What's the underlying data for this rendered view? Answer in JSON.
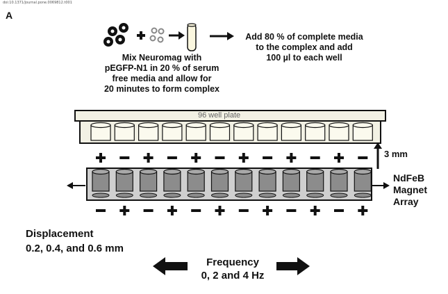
{
  "doi": "doi:10.1371/journal.pone.0069812.t001",
  "panel_label": "A",
  "step1_lines": [
    "Mix  Neuromag with",
    "pEGFP-N1 in 20 % of serum",
    "free  media and allow for",
    "20 minutes to form complex"
  ],
  "step2_lines": [
    "Add 80 % of complete media",
    "to the complex and add",
    "100 µl to each well"
  ],
  "plate_label": "96 well plate",
  "gap_label": "3 mm",
  "magnet_label_lines": [
    "NdFeB",
    "Magnet",
    "Array"
  ],
  "displacement_lines": [
    "Displacement",
    "0.2, 0.4, and 0.6 mm"
  ],
  "frequency_lines": [
    "Frequency",
    "0, 2 and 4 Hz"
  ],
  "top_polarity": [
    "+",
    "−",
    "+",
    "−",
    "+",
    "−",
    "+",
    "−",
    "+",
    "−",
    "+",
    "−"
  ],
  "bottom_polarity": [
    "−",
    "+",
    "−",
    "+",
    "−",
    "+",
    "−",
    "+",
    "−",
    "+",
    "−",
    "+"
  ],
  "colors": {
    "plate_fill": "#f2f1e4",
    "magnet_fill": "#8c8c8c",
    "tray_fill": "#cfcfcf",
    "ink": "#111111"
  }
}
